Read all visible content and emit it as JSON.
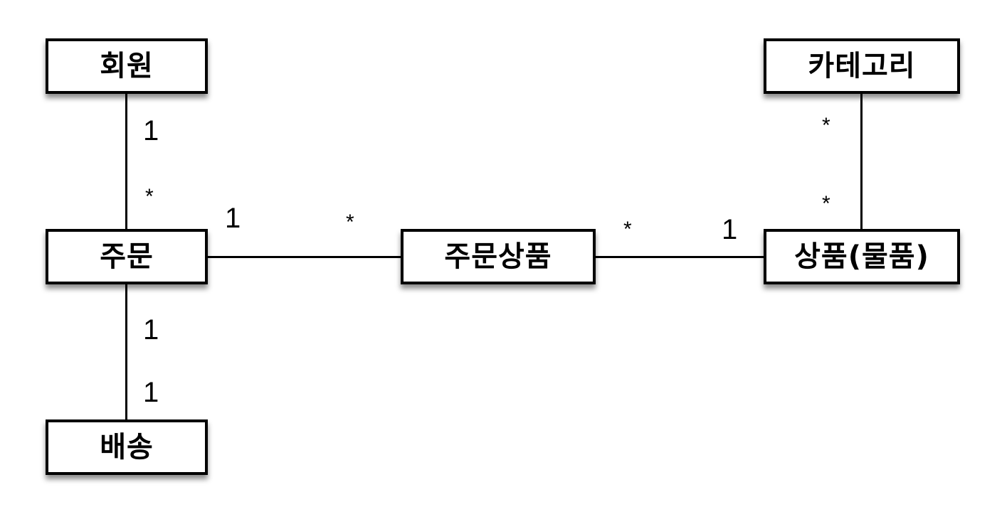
{
  "diagram": {
    "type": "entity-relationship / class diagram",
    "colors": {
      "background": "#ffffff",
      "stroke": "#000000",
      "text": "#000000"
    },
    "entities": [
      {
        "id": "member",
        "label": "회원"
      },
      {
        "id": "order",
        "label": "주문"
      },
      {
        "id": "delivery",
        "label": "배송"
      },
      {
        "id": "order_item",
        "label": "주문상품"
      },
      {
        "id": "item",
        "label": "상품(물품)"
      },
      {
        "id": "category",
        "label": "카테고리"
      }
    ],
    "relationships": [
      {
        "from": "회원",
        "to": "주문",
        "from_multiplicity": "1",
        "to_multiplicity": "*"
      },
      {
        "from": "주문",
        "to": "배송",
        "from_multiplicity": "1",
        "to_multiplicity": "1"
      },
      {
        "from": "주문",
        "to": "주문상품",
        "from_multiplicity": "1",
        "to_multiplicity": "*"
      },
      {
        "from": "주문상품",
        "to": "상품(물품)",
        "from_multiplicity": "*",
        "to_multiplicity": "1"
      },
      {
        "from": "카테고리",
        "to": "상품(물품)",
        "from_multiplicity": "*",
        "to_multiplicity": "*"
      }
    ]
  },
  "labels": {
    "member_order_member_end": "1",
    "member_order_order_end": "*",
    "order_delivery_order_end": "1",
    "order_delivery_delivery_end": "1",
    "order_orderitem_order_end": "1",
    "order_orderitem_orderitem_end": "*",
    "orderitem_item_orderitem_end": "*",
    "orderitem_item_item_end": "1",
    "category_item_category_end": "*",
    "category_item_item_end": "*"
  }
}
